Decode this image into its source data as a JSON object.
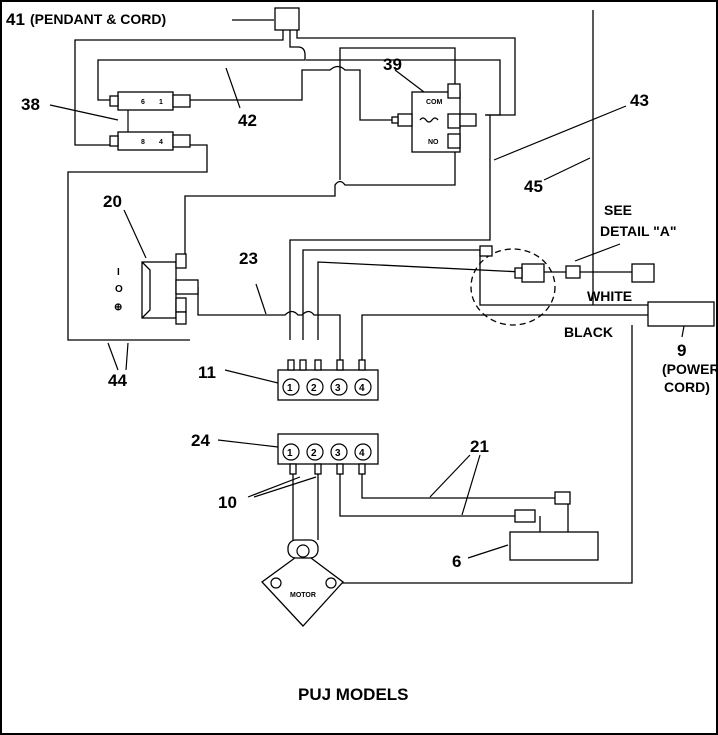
{
  "callouts": {
    "c41": "41",
    "c41_desc": "(PENDANT & CORD)",
    "c39": "39",
    "c38": "38",
    "c42": "42",
    "c43": "43",
    "c45": "45",
    "c20": "20",
    "c23": "23",
    "c44": "44",
    "c11": "11",
    "c9": "9",
    "c9_desc1": "(POWER",
    "c9_desc2": "CORD)",
    "c24": "24",
    "c21": "21",
    "c10": "10",
    "c6": "6"
  },
  "labels": {
    "see": "SEE",
    "detail": "DETAIL \"A\"",
    "white": "WHITE",
    "black": "BLACK",
    "com": "COM",
    "no": "NO",
    "motor": "MOTOR",
    "relay_top_left": "6",
    "relay_top_right": "1",
    "relay_bot_left": "8",
    "relay_bot_right": "4"
  },
  "terminal_block_11": [
    "1",
    "2",
    "3",
    "4"
  ],
  "terminal_block_24": [
    "1",
    "2",
    "3",
    "4"
  ],
  "switch_symbols": [
    "I",
    "O",
    "⊕"
  ],
  "title": "PUJ MODELS"
}
